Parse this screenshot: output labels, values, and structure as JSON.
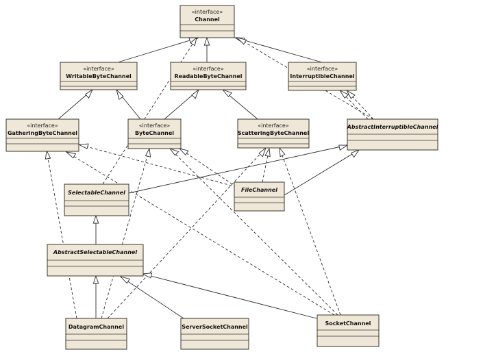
{
  "stereotype": "«interface»",
  "classes": {
    "channel": "Channel",
    "writable": "WritableByteChannel",
    "readable": "ReadableByteChannel",
    "interruptible": "InterruptibleChannel",
    "gathering": "GatheringByteChannel",
    "byte": "ByteChannel",
    "scattering": "ScatteringByteChannel",
    "abstract_interruptible": "AbstractInterruptibleChannel",
    "selectable": "SelectableChannel",
    "file": "FileChannel",
    "abstract_selectable": "AbstractSelectableChannel",
    "datagram": "DatagramChannel",
    "server_socket": "ServerSocketChannel",
    "socket": "SocketChannel"
  }
}
